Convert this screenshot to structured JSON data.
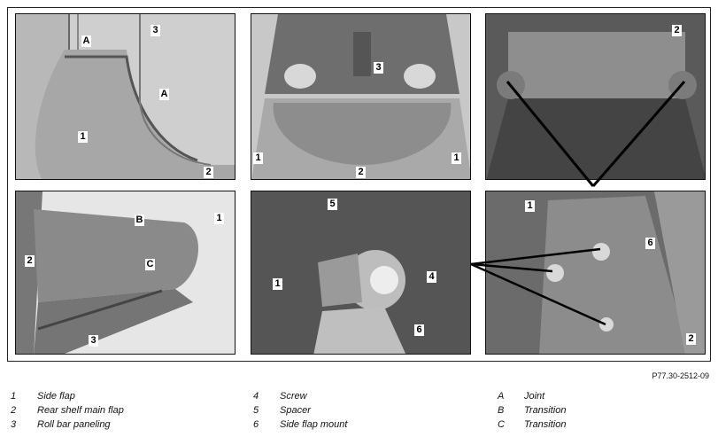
{
  "figure_code": "P77.30-2512-09",
  "photos": {
    "p1": {
      "callouts": {
        "c3": "3",
        "cA1": "A",
        "cA2": "A",
        "c1": "1",
        "c2": "2"
      }
    },
    "p2": {
      "callouts": {
        "c3": "3",
        "c1a": "1",
        "c2": "2",
        "c1b": "1"
      }
    },
    "p3": {
      "callouts": {
        "c2": "2"
      }
    },
    "p4": {
      "callouts": {
        "cB": "B",
        "c1": "1",
        "c2": "2",
        "cC": "C",
        "c3": "3"
      }
    },
    "p5": {
      "callouts": {
        "c5": "5",
        "c4": "4",
        "c1": "1",
        "c6": "6"
      }
    },
    "p6": {
      "callouts": {
        "c1": "1",
        "c6": "6",
        "c2": "2"
      }
    }
  },
  "legend": {
    "col1": [
      {
        "key": "1",
        "text": "Side flap"
      },
      {
        "key": "2",
        "text": "Rear shelf main flap"
      },
      {
        "key": "3",
        "text": "Roll bar paneling"
      }
    ],
    "col2": [
      {
        "key": "4",
        "text": "Screw"
      },
      {
        "key": "5",
        "text": "Spacer"
      },
      {
        "key": "6",
        "text": "Side flap mount"
      }
    ],
    "col3": [
      {
        "key": "A",
        "text": "Joint"
      },
      {
        "key": "B",
        "text": "Transition"
      },
      {
        "key": "C",
        "text": "Transition"
      }
    ]
  }
}
